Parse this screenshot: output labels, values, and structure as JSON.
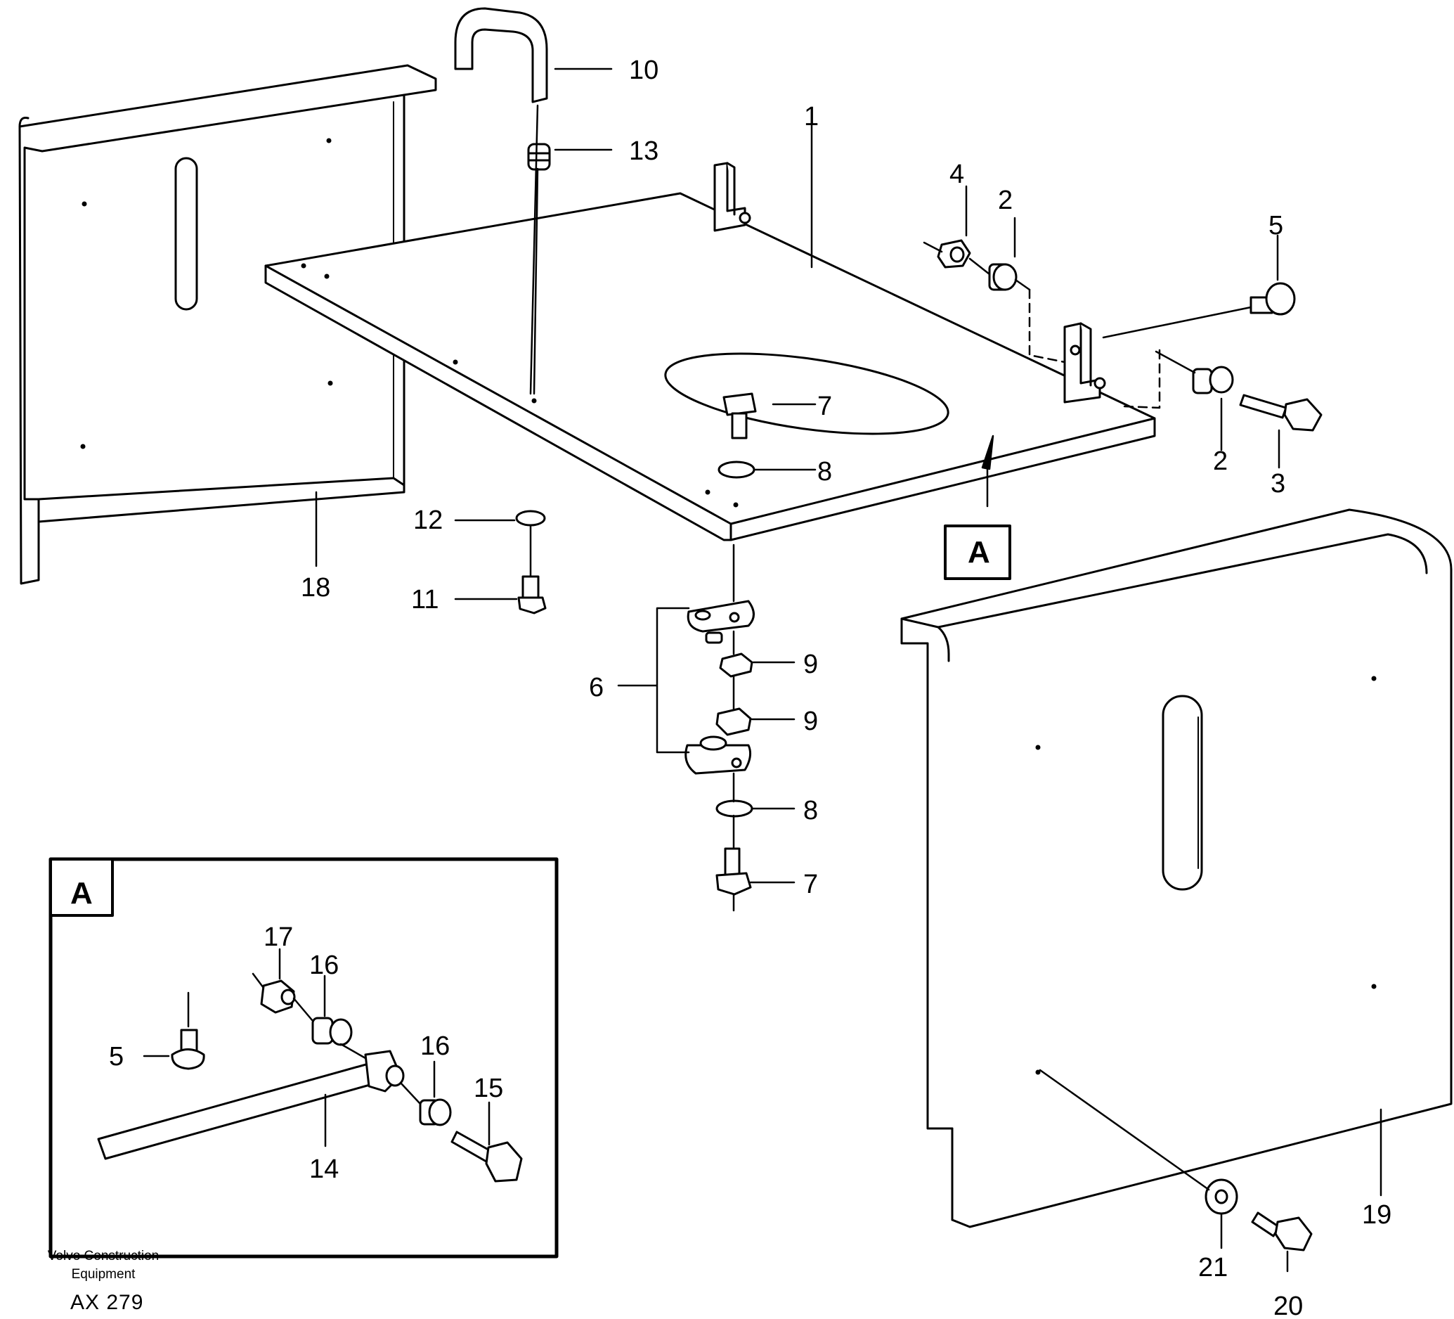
{
  "labels": {
    "p1": "1",
    "p2a": "2",
    "p2b": "2",
    "p3": "3",
    "p4": "4",
    "p5a": "5",
    "p5b": "5",
    "p6": "6",
    "p7a": "7",
    "p7b": "7",
    "p8a": "8",
    "p8b": "8",
    "p9a": "9",
    "p9b": "9",
    "p10": "10",
    "p11": "11",
    "p12": "12",
    "p13": "13",
    "p14": "14",
    "p15": "15",
    "p16a": "16",
    "p16b": "16",
    "p17": "17",
    "p18": "18",
    "p19": "19",
    "p20": "20",
    "p21": "21"
  },
  "detail_callout": "A",
  "detail_box_label": "A",
  "credit": {
    "line1": "Volvo Construction",
    "line2": "Equipment"
  },
  "drawing_code": "AX 279"
}
